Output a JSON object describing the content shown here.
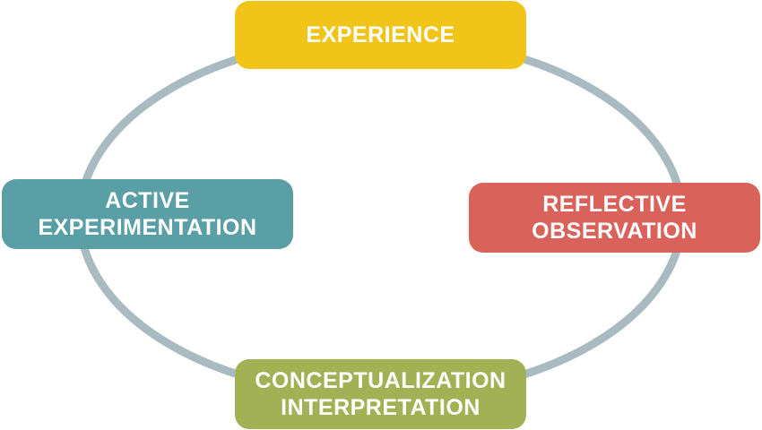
{
  "diagram": {
    "ring_color": "#a9bbc0",
    "stages": {
      "experience": {
        "lines": [
          "EXPERIENCE"
        ],
        "color": "#f0c419"
      },
      "reflective": {
        "lines": [
          "REFLECTIVE",
          "OBSERVATION"
        ],
        "color": "#d9625a"
      },
      "conceptual": {
        "lines": [
          "CONCEPTUALIZATION",
          "INTERPRETATION"
        ],
        "color": "#a3b155"
      },
      "active": {
        "lines": [
          "ACTIVE",
          "EXPERIMENTATION"
        ],
        "color": "#5a9fa5"
      }
    }
  }
}
